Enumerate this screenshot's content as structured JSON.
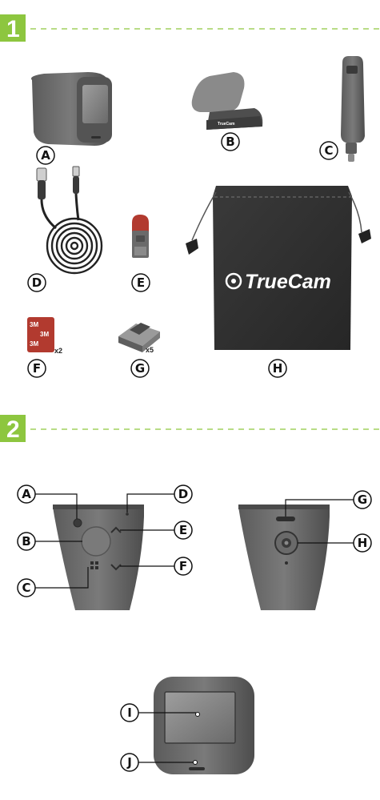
{
  "colors": {
    "accent": "#8dc63f",
    "device_dark": "#4a4a4a",
    "device_mid": "#6e6e6e",
    "screen": "#8c8c8c",
    "sticker": "#b23a2f",
    "bag": "#333333"
  },
  "section1": {
    "step": "1",
    "items": {
      "a": "A",
      "b": "B",
      "c": "C",
      "d": "D",
      "e": "E",
      "f": "F",
      "g": "G",
      "h": "H"
    },
    "b_logo": "TrueCam",
    "sticker": {
      "line1": "3M",
      "line2": "3M",
      "line3": "3M",
      "qty": "x2"
    },
    "clip_qty": "x5",
    "bag_brand": "TrueCam"
  },
  "section2": {
    "step": "2",
    "callouts": {
      "a": "A",
      "b": "B",
      "c": "C",
      "d": "D",
      "e": "E",
      "f": "F",
      "g": "G",
      "h": "H",
      "i": "I",
      "j": "J"
    }
  }
}
